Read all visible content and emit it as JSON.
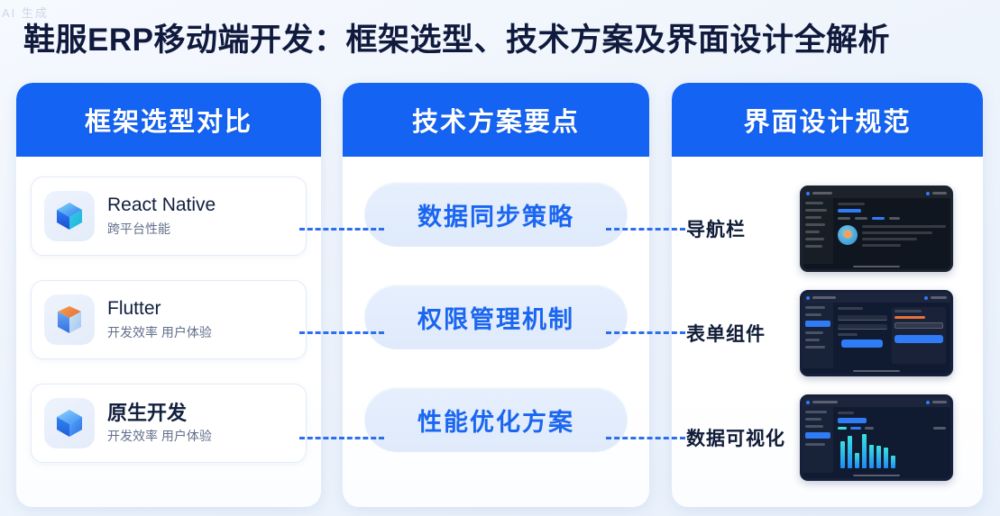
{
  "watermark": "AI 生成",
  "header": {
    "title": "鞋服ERP移动端开发：框架选型、技术方案及界面设计全解析"
  },
  "columns": [
    {
      "id": "framework-comparison",
      "heading": "框架选型对比",
      "cards": [
        {
          "name": "React Native",
          "sub": "跨平台性能",
          "icon": "cube-icon",
          "icon_color": "#2f7cf6"
        },
        {
          "name": "Flutter",
          "sub": "开发效率 用户体验",
          "icon": "flutter-cube-icon",
          "icon_color": "#f08a3c"
        },
        {
          "name": "原生开发",
          "sub": "开发效率 用户体验",
          "icon": "cube-icon",
          "icon_color": "#2f7cf6"
        }
      ]
    },
    {
      "id": "tech-solution",
      "heading": "技术方案要点",
      "pills": [
        {
          "label": "数据同步策略"
        },
        {
          "label": "权限管理机制"
        },
        {
          "label": "性能优化方案"
        }
      ]
    },
    {
      "id": "ui-design-spec",
      "heading": "界面设计规范",
      "rows": [
        {
          "label": "导航栏",
          "thumb": "navbar-dashboard-thumbnail"
        },
        {
          "label": "表单组件",
          "thumb": "form-dashboard-thumbnail"
        },
        {
          "label": "数据可视化",
          "thumb": "chart-dashboard-thumbnail"
        }
      ]
    }
  ],
  "chart_data": {
    "type": "bar",
    "title": "数据可视化",
    "categories": [
      "1",
      "2",
      "3",
      "4",
      "5",
      "6",
      "7",
      "8"
    ],
    "values": [
      30,
      36,
      17,
      38,
      26,
      25,
      23,
      14
    ],
    "xlabel": "",
    "ylabel": "",
    "ylim": [
      0,
      40
    ],
    "grid": false,
    "legend": "top"
  },
  "colors": {
    "accent": "#1463f3",
    "pill_text": "#1a66f0",
    "connector": "#2c6ef0",
    "title_text": "#0f1a3d",
    "panel_bg": "#ffffff",
    "page_bg": "#eef4fc"
  },
  "connectors": [
    {
      "name": "connector-card-to-pill-1"
    },
    {
      "name": "connector-card-to-pill-2"
    },
    {
      "name": "connector-card-to-pill-3"
    },
    {
      "name": "connector-pill-to-ui-1"
    },
    {
      "name": "connector-pill-to-ui-2"
    },
    {
      "name": "connector-pill-to-ui-3"
    }
  ]
}
